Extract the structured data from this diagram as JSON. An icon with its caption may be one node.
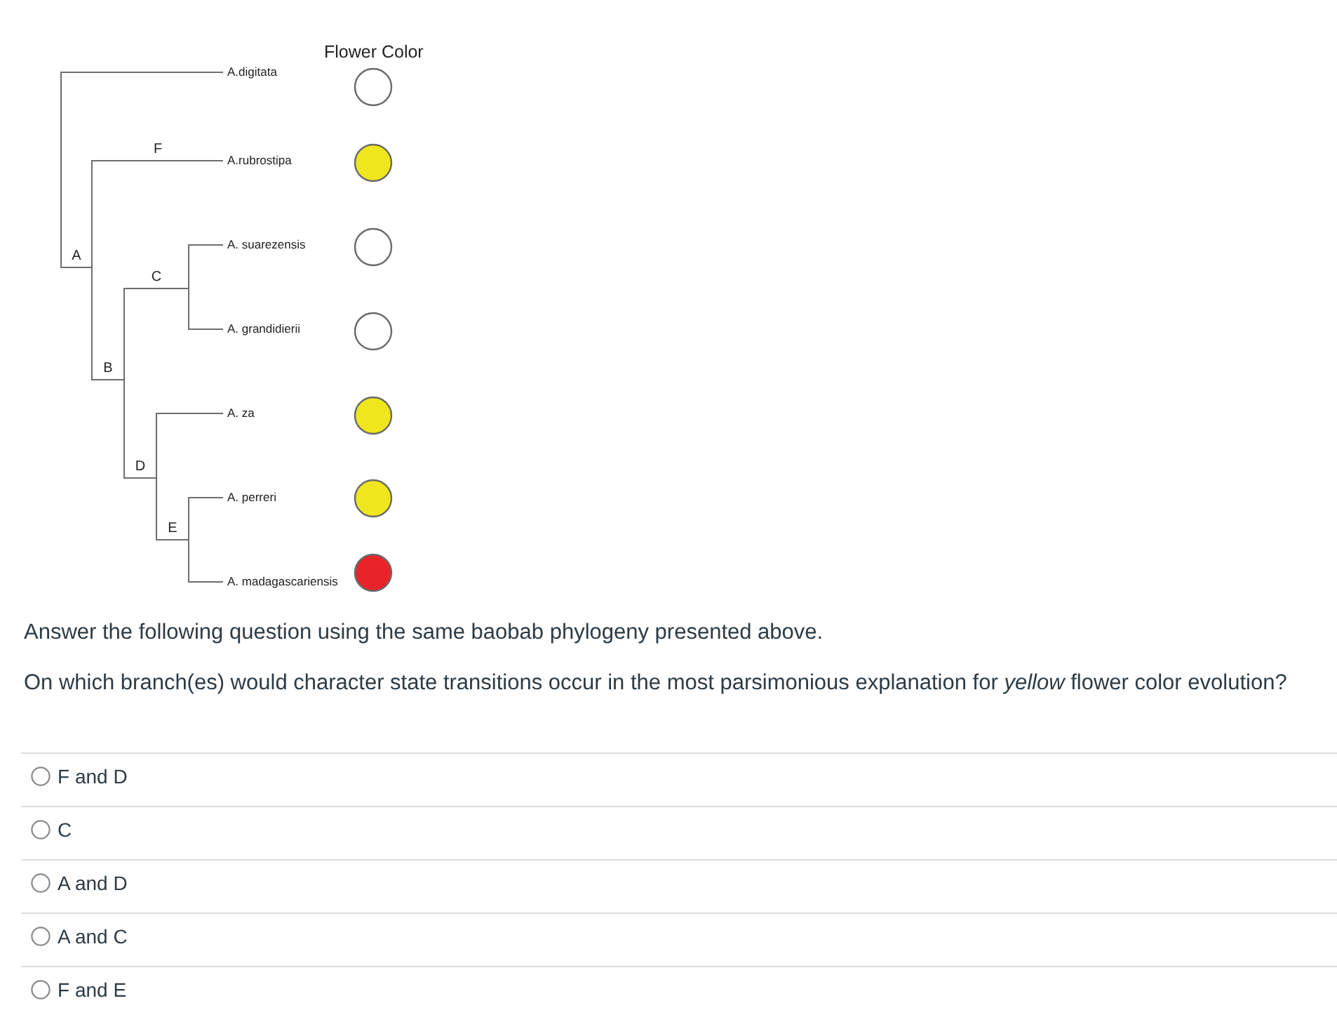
{
  "diagram": {
    "nodes": [
      {
        "text": [],
        "shape": "bar"
      },
      {
        "text": [],
        "shape": "bar"
      },
      {
        "text": [],
        "shape": "bar"
      },
      {
        "text": [],
        "shape": "bar"
      },
      {
        "text": [],
        "shape": "bar"
      },
      {
        "text": [],
        "shape": "bar"
      },
      {
        "text": [
          "A.digitata"
        ]
      },
      {
        "text": [
          "A.rubrostipa"
        ]
      },
      {
        "text": [
          "A. suarezensis"
        ]
      },
      {
        "text": [
          "A. grandidierii"
        ]
      },
      {
        "text": [
          "A. za"
        ]
      },
      {
        "text": [
          "A. perreri"
        ]
      },
      {
        "text": [
          "A. madagascariensis"
        ]
      },
      {
        "text": [],
        "shape": "circle"
      },
      {
        "text": [],
        "shape": "circle"
      },
      {
        "text": [],
        "shape": "circle"
      },
      {
        "text": [],
        "shape": "circle"
      },
      {
        "text": [],
        "shape": "circle"
      },
      {
        "text": [],
        "shape": "circle"
      },
      {
        "text": [],
        "shape": "circle"
      }
    ],
    "edges": [
      {
        "from": 0,
        "to": 6,
        "arrow": "none"
      },
      {
        "from": 0,
        "to": 1,
        "arrow": "none",
        "label": "A"
      },
      {
        "from": 1,
        "to": 7,
        "arrow": "none",
        "label": "F"
      },
      {
        "from": 1,
        "to": 2,
        "arrow": "none",
        "label": "B"
      },
      {
        "from": 2,
        "to": 3,
        "arrow": "none",
        "label": "C"
      },
      {
        "from": 3,
        "to": 8,
        "arrow": "none"
      },
      {
        "from": 3,
        "to": 9,
        "arrow": "none"
      },
      {
        "from": 2,
        "to": 4,
        "arrow": "none",
        "label": "D"
      },
      {
        "from": 4,
        "to": 10,
        "arrow": "none"
      },
      {
        "from": 4,
        "to": 5,
        "arrow": "none",
        "label": "E"
      },
      {
        "from": 5,
        "to": 11,
        "arrow": "none"
      },
      {
        "from": 5,
        "to": 12,
        "arrow": "none"
      }
    ],
    "labels": [
      "Flower Color",
      "Answer the following question using the same baobab phylogeny presented above.",
      "On which branch(es) would character state transitions occur in the most parsimonious explanation for *yellow* flower color evolution?",
      "F and D",
      "C",
      "A and D",
      "A and C",
      "F and E"
    ]
  }
}
